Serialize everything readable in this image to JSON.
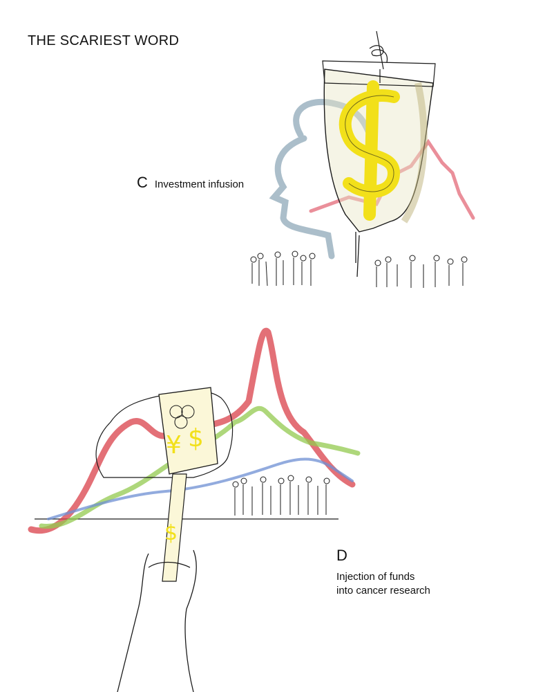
{
  "page": {
    "title": "THE SCARIEST WORD"
  },
  "illustrations": [
    {
      "letter": "C",
      "caption": "Investment infusion",
      "depicts": "dollar-sign"
    },
    {
      "letter": "D",
      "caption_lines": [
        "Injection of funds",
        "into cancer research"
      ],
      "depicts": "syringe"
    }
  ],
  "colors": {
    "gold": "#f2e01a",
    "red": "#d9404a",
    "green": "#93c94f",
    "blue": "#6d8fd3",
    "head": "#8fa8b8",
    "ink": "#1a1a1a"
  }
}
